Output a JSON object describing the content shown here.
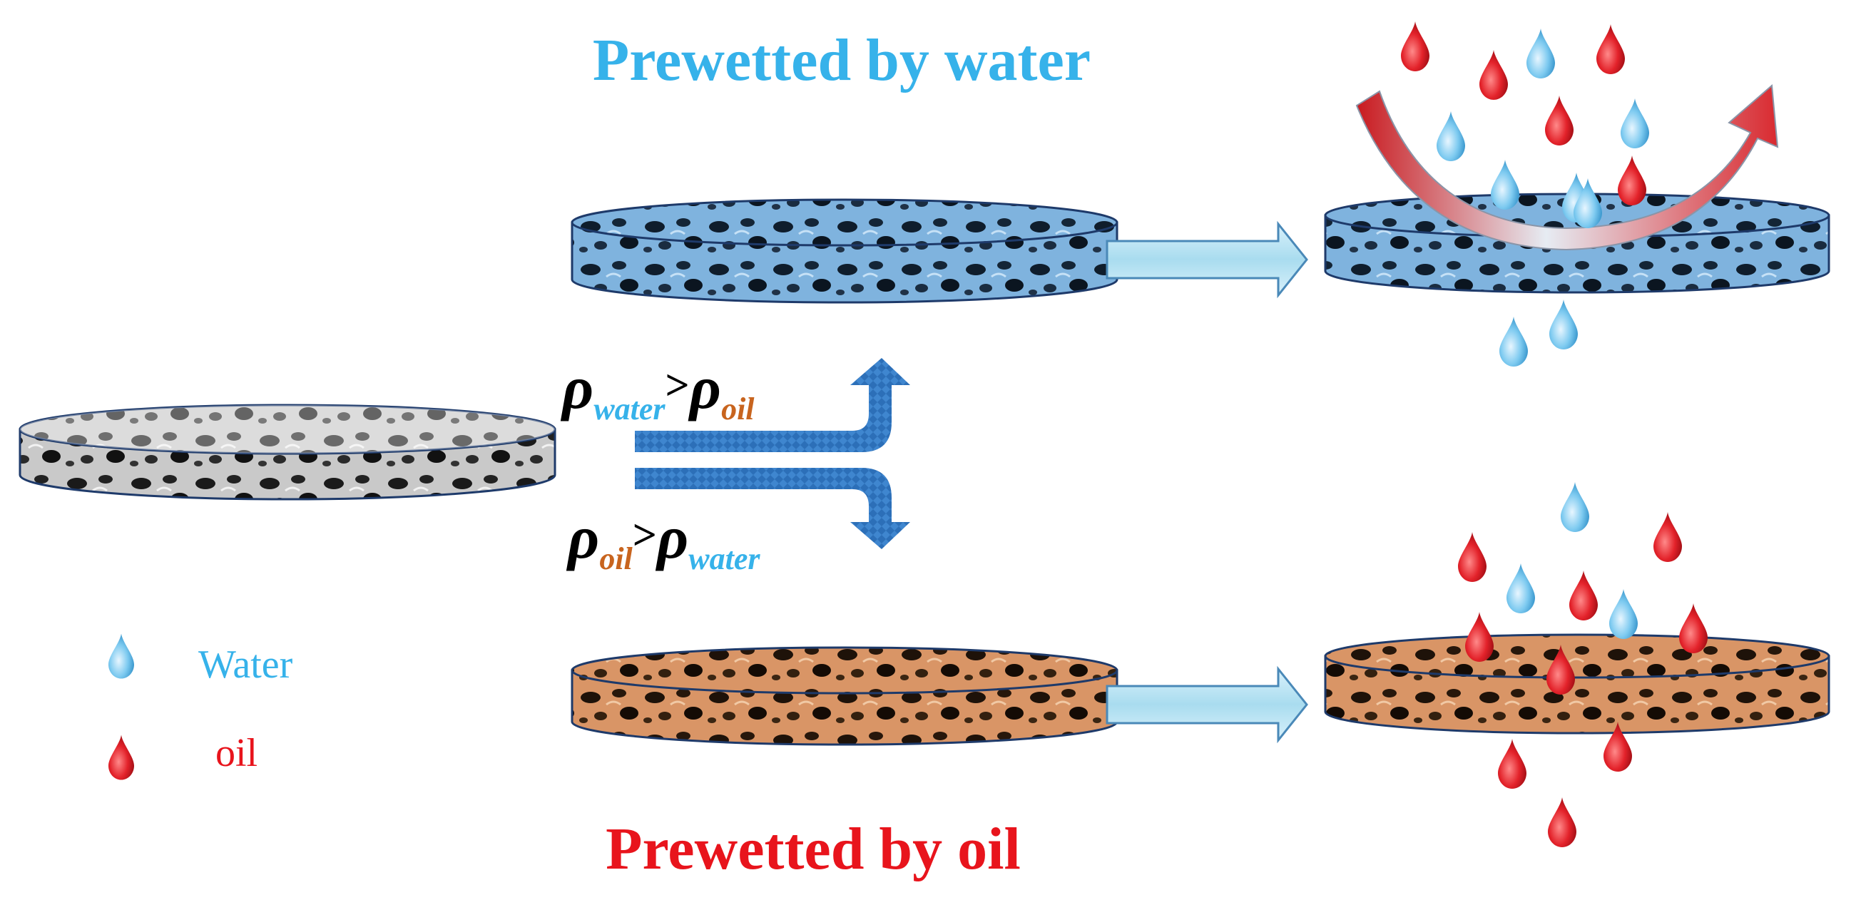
{
  "titles": {
    "water": "Prewetted by water",
    "oil": "Prewetted by oil"
  },
  "equations": {
    "top": {
      "rho1": "ρ",
      "sub1": "water",
      "op": ">",
      "rho2": "ρ",
      "sub2": "oil"
    },
    "bottom": {
      "rho1": "ρ",
      "sub1": "oil",
      "op": ">",
      "rho2": "ρ",
      "sub2": "water"
    }
  },
  "legend": {
    "water_label": "Water",
    "oil_label": "oil"
  },
  "colors": {
    "water": "#36b2ea",
    "oil": "#e8141c",
    "oil_sub": "#c8641e",
    "water_membrane": "#6aa0cf",
    "oil_membrane": "#d9925e",
    "raw_membrane": "#b8b8b8",
    "flow_arrow": "#2c6fb8"
  },
  "icons": {
    "water_drop": "water-drop-icon",
    "oil_drop": "oil-drop-icon"
  }
}
